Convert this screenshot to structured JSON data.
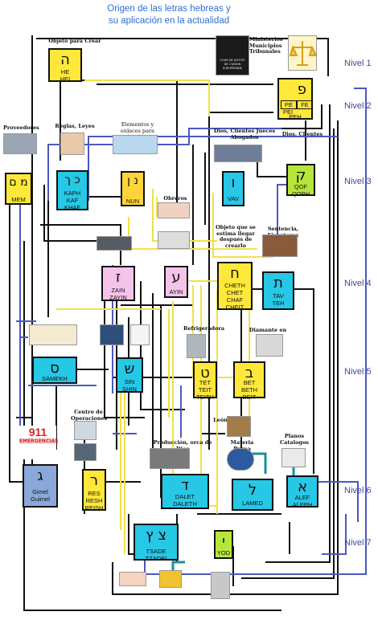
{
  "title": {
    "line1": "Origen de las letras hebreas y",
    "line2": "su aplicación en la actualidad"
  },
  "levels": [
    "Nivel 1",
    "Nivel 2",
    "Nivel 3",
    "Nivel 4",
    "Nivel 5",
    "Nivel 6",
    "Nivel 7"
  ],
  "captions": {
    "objeto_crear": "Objeto para Crear",
    "ministerios": "Ministerios Municipios Tribunales",
    "court_line1": "COUR DE JUSTICE",
    "court_line2": "DE L'UNION",
    "court_line3": "EUROPÉENNE",
    "proveedores": "Proveedores",
    "reglas": "Reglas, Leyes",
    "elementos": "Elementos y enlaces para ejecutar e",
    "dios_clientes_jueces": "Dios, Clientes Jueces Abogados",
    "dios_clientes": "Dios, Clientes",
    "obreros": "Obreros",
    "objeto_estima": "Objeto que se estima llegar después de crearlo",
    "sentencia": "Sentencia, Ejecutores",
    "refrigeradora": "Refrigeradora",
    "diamante": "Diamante en bruto",
    "centro": "Centro de Operaciones",
    "produccion": "Producción, orca de Dios",
    "leon": "León",
    "materia": "Materia Prima",
    "planos": "Planos Catalogos",
    "emergencias_num": "911",
    "emergencias_txt": "EMERGENCIAS"
  },
  "letters": {
    "he": {
      "glyph": "ה",
      "name": "HE\nHEI"
    },
    "peh": {
      "glyph": "פ",
      "name1": "PE",
      "name2": "FE",
      "name3": "PEI",
      "name4": "PEH"
    },
    "mem": {
      "glyph": "מ ם",
      "name": "MEM"
    },
    "kaph": {
      "glyph": "כ ך",
      "name": "KAPH\nKAF\nKHAF"
    },
    "nun": {
      "glyph": "נ ן",
      "name": "NUN"
    },
    "vav": {
      "glyph": "ו",
      "name": "VAV"
    },
    "qof": {
      "glyph": "ק",
      "name": "QOF\nQOPH"
    },
    "zain": {
      "glyph": "ז",
      "name": "ZAIN\nZAYIN"
    },
    "ayin": {
      "glyph": "ע",
      "name": "AYIN"
    },
    "cheth": {
      "glyph": "ח",
      "name": "CHETH\nCHET\nCHAF\nCHEIT"
    },
    "tav": {
      "glyph": "ת",
      "name": "TAV\nTEH"
    },
    "samekh": {
      "glyph": "ס",
      "name": "SAMEKH"
    },
    "sin": {
      "glyph": "ש",
      "name": "SIN\nSHIN"
    },
    "tet": {
      "glyph": "ט",
      "name": "TET\nTEIT\nTEITH"
    },
    "bet": {
      "glyph": "ב",
      "name": "BET\nBETH\nBEIT"
    },
    "gimel": {
      "glyph": "ג",
      "name": "Gimel\nGuimel"
    },
    "res": {
      "glyph": "ר",
      "name": "RES\nRESH\nREISH"
    },
    "dalet": {
      "glyph": "ד",
      "name": "DALET\nDALETH"
    },
    "lamed": {
      "glyph": "ל",
      "name": "LAMED"
    },
    "alef": {
      "glyph": "א",
      "name": "ALEF\nALEPH"
    },
    "tsade": {
      "glyph": "צ ץ",
      "name": "TSADE\nTZADEI"
    },
    "yod": {
      "glyph": "י",
      "name": "YOD"
    }
  },
  "colors": {
    "yellow": "#ffe83a",
    "cyan": "#27c7e6",
    "pink": "#f5c3e8",
    "blue": "#8aa8d9",
    "green": "#b6e63a",
    "title": "#2e6fd0",
    "levels": "#3b4b9a"
  }
}
